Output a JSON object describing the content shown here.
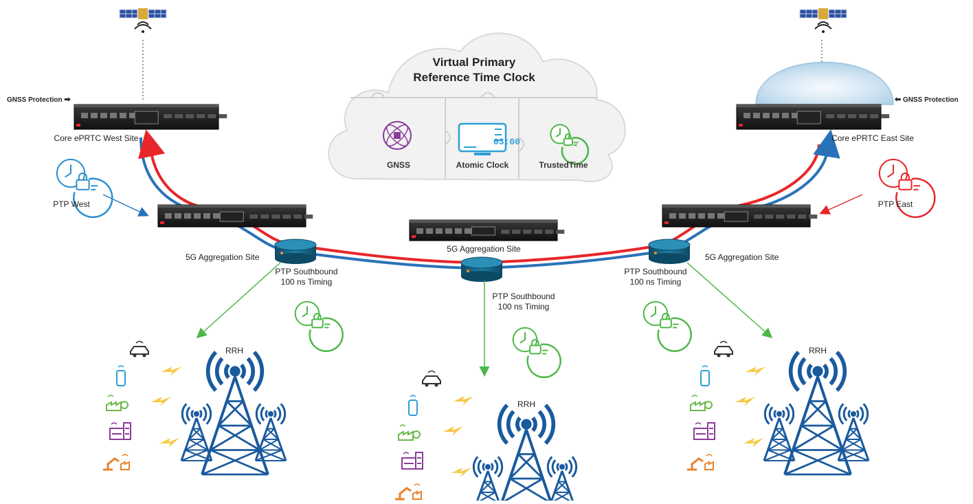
{
  "cloud": {
    "title_line1": "Virtual Primary",
    "title_line2": "Reference Time Clock",
    "pieces": [
      {
        "label": "GNSS",
        "icon": "satellite-icon",
        "color": "#9b3aa0"
      },
      {
        "label": "Atomic Clock",
        "icon": "atomic-clock-icon",
        "color": "#2a9fd8",
        "display": "03:00"
      },
      {
        "label": "TrustedTime",
        "icon": "clock-lock-icon",
        "color": "#4cb848"
      }
    ]
  },
  "sites": {
    "core_west": "Core ePRTC West Site",
    "core_east": "Core ePRTC East Site",
    "agg_left": "5G Aggregation Site",
    "agg_center": "5G Aggregation Site",
    "agg_right": "5G Aggregation Site"
  },
  "gnss_protection": {
    "left": "GNSS Protection",
    "right": "GNSS Protection"
  },
  "ptp": {
    "west": "PTP West",
    "east": "PTP East",
    "southbound_line1": "PTP Southbound",
    "southbound_line2": "100 ns Timing"
  },
  "rrh": "RRH",
  "colors": {
    "red_path": "#e8262a",
    "blue_path": "#2a72b8",
    "green": "#4cb848",
    "tower": "#1a5a9e",
    "ptp_west": "#2a8fd0",
    "ptp_east": "#e8262a",
    "lightning": "#f7c948",
    "car": "#333333",
    "phone": "#2a9fd8",
    "factory_green": "#6ab84a",
    "building": "#8a3b9a",
    "robot": "#e8822a"
  }
}
